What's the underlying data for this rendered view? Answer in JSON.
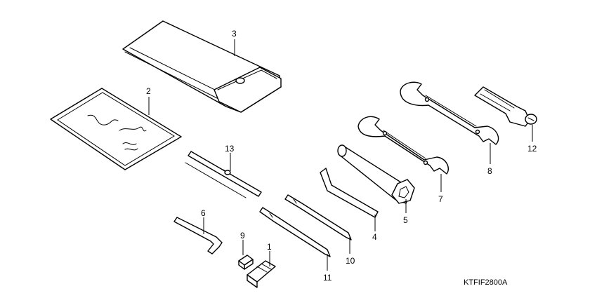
{
  "diagram": {
    "callouts": [
      "1",
      "2",
      "3",
      "4",
      "5",
      "6",
      "7",
      "8",
      "9",
      "10",
      "11",
      "12",
      "13"
    ],
    "code": "KTFIF2800A",
    "colors": {
      "line": "#000000",
      "background": "#ffffff"
    }
  }
}
